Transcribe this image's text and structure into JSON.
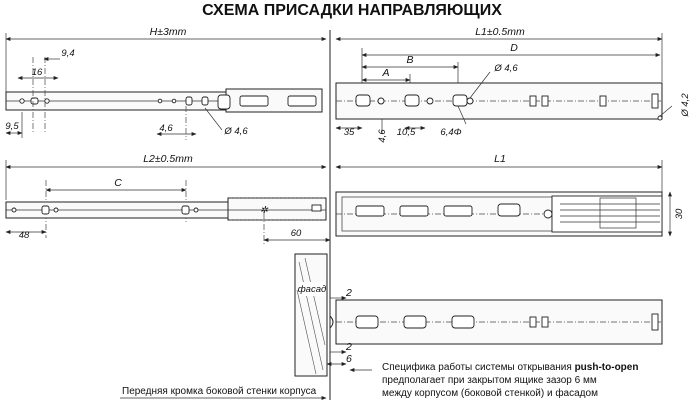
{
  "title": "СХЕМА ПРИСАДКИ НАПРАВЛЯЮЩИХ",
  "top_left": {
    "h_dim": "H±3mm",
    "dim_9_4": "9,4",
    "dim_16": "16",
    "dim_9_5": "9,5",
    "dim_4_6": "4,6",
    "dim_hole": "Ø 4,6"
  },
  "top_right": {
    "l1_dim": "L1±0.5mm",
    "d_dim": "D",
    "b_dim": "B",
    "a_dim": "A",
    "hole_4_6": "Ø 4,6",
    "hole_4_2": "Ø 4,2",
    "dim_35": "35",
    "dim_4_6v": "4,6",
    "dim_10_5": "10,5",
    "dim_6_4": "6,4Φ"
  },
  "mid_left": {
    "l2_dim": "L2±0.5mm",
    "c_dim": "C",
    "dim_48": "48",
    "dim_60": "60"
  },
  "mid_right": {
    "l1": "L1",
    "dim_30": "30"
  },
  "bottom": {
    "facade": "фасад",
    "gap_2a": "2",
    "gap_2b": "2",
    "gap_6": "6",
    "note_prefix": "Специфика работы системы открывания ",
    "note_bold": "push-to-open",
    "note_line2": "предполагает при закрытом ящике зазор 6 мм",
    "note_line3": "между корпусом (боковой стенкой) и фасадом",
    "caption": "Передняя кромка боковой стенки корпуса"
  }
}
